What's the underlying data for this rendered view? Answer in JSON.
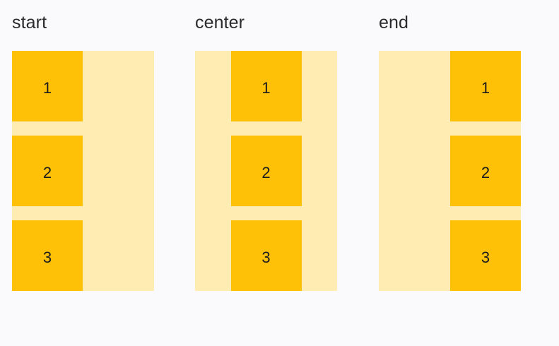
{
  "page": {
    "background_color": "#fafafc",
    "item_color": "#ffc107",
    "track_color": "#ffecb3",
    "label_color": "#2b2b2b"
  },
  "columns": [
    {
      "label": "start",
      "align": "start",
      "items": [
        {
          "label": "1"
        },
        {
          "label": "2"
        },
        {
          "label": "3"
        }
      ]
    },
    {
      "label": "center",
      "align": "center",
      "items": [
        {
          "label": "1"
        },
        {
          "label": "2"
        },
        {
          "label": "3"
        }
      ]
    },
    {
      "label": "end",
      "align": "end",
      "items": [
        {
          "label": "1"
        },
        {
          "label": "2"
        },
        {
          "label": "3"
        }
      ]
    }
  ]
}
